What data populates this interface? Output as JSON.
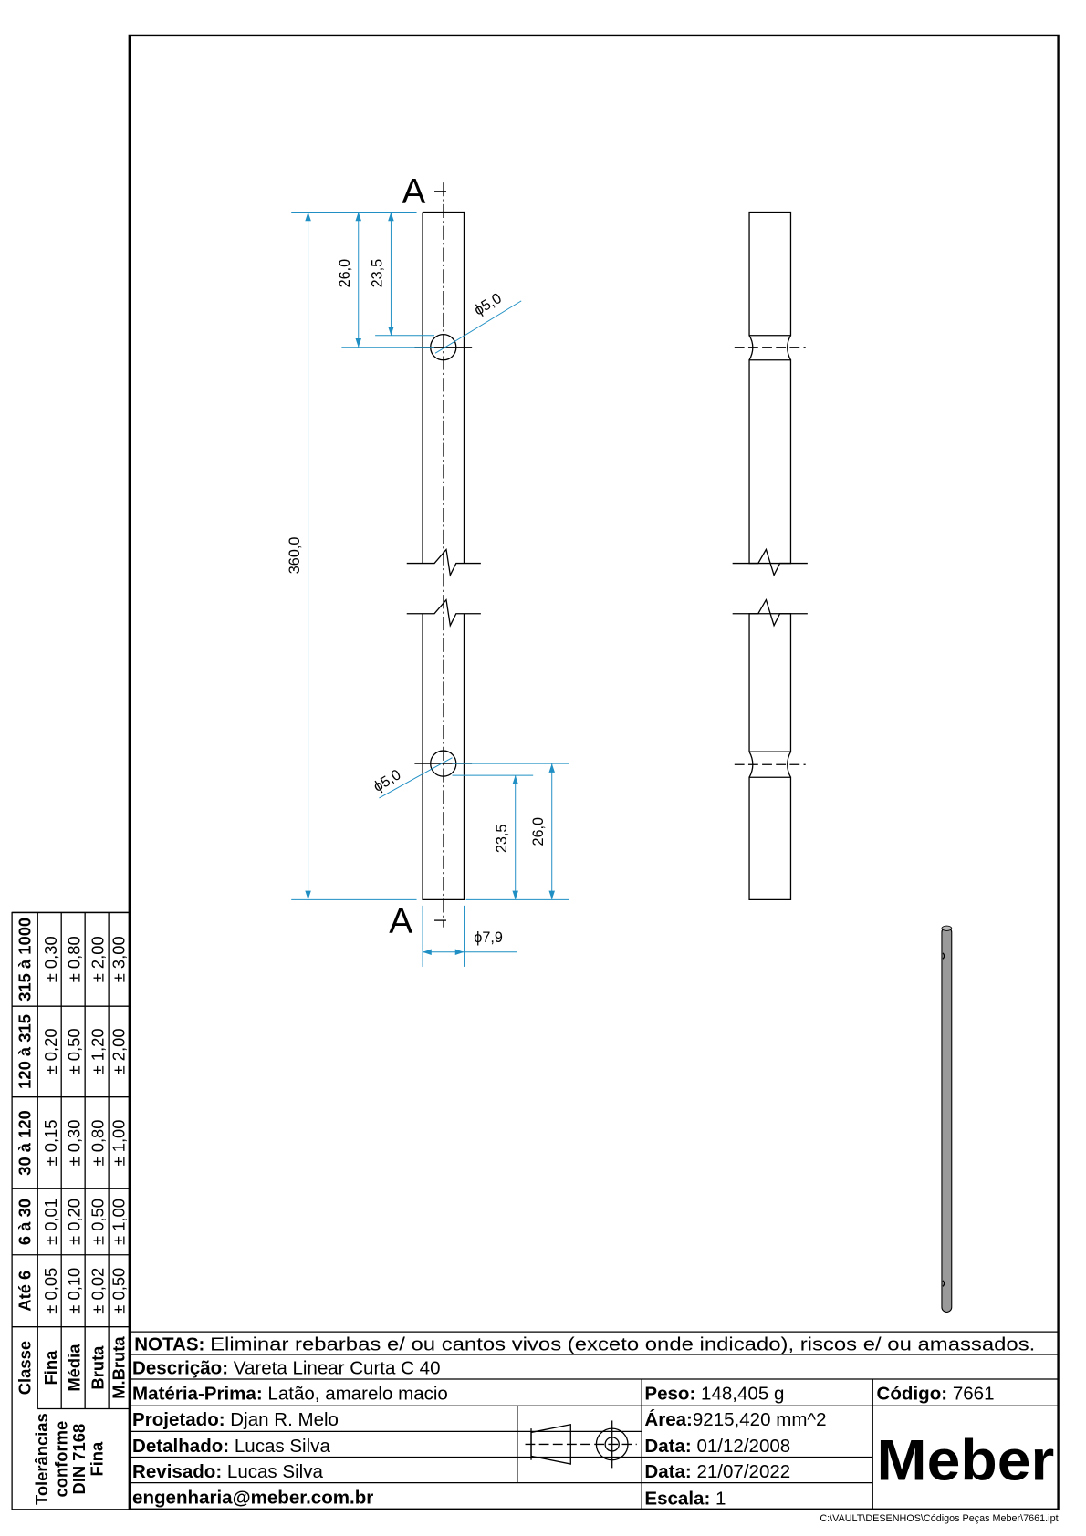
{
  "drawing": {
    "section_label_top": "A",
    "section_label_bottom": "A",
    "dims": {
      "total_length": "360,0",
      "top_26": "26,0",
      "top_23_5": "23,5",
      "top_hole_dia": "ϕ5,0",
      "bottom_hole_dia": "ϕ5,0",
      "bottom_23_5": "23,5",
      "bottom_26": "26,0",
      "rod_dia": "ϕ7,9"
    },
    "hatch_color": "#2e9a2e",
    "dim_color": "#1f8fc4"
  },
  "tolerance_table": {
    "title_lines": [
      "Tolerâncias",
      "conforme",
      "DIN 7168",
      "Fina"
    ],
    "headers": [
      "Classe",
      "Até 6",
      "6 à 30",
      "30 à 120",
      "120 à 315",
      "315 à 1000"
    ],
    "rows": [
      [
        "Fina",
        "± 0,05",
        "± 0,01",
        "± 0,15",
        "± 0,20",
        "± 0,30"
      ],
      [
        "Média",
        "± 0,10",
        "± 0,20",
        "± 0,30",
        "± 0,50",
        "± 0,80"
      ],
      [
        "Bruta",
        "± 0,02",
        "± 0,50",
        "± 0,80",
        "± 1,20",
        "± 2,00"
      ],
      [
        "M.Bruta",
        "± 0,50",
        "± 1,00",
        "± 1,00",
        "± 2,00",
        "± 3,00"
      ]
    ]
  },
  "title_block": {
    "notes_label": "NOTAS:",
    "notes_value": "Eliminar rebarbas e/ ou cantos vivos (exceto onde indicado), riscos e/ ou amassados.",
    "descricao_label": "Descrição:",
    "descricao_value": "Vareta Linear Curta C 40",
    "materia_label": "Matéria-Prima:",
    "materia_value": "Latão, amarelo macio",
    "peso_label": "Peso:",
    "peso_value": "148,405 g",
    "codigo_label": "Código:",
    "codigo_value": "7661",
    "projetado_label": "Projetado:",
    "projetado_value": "Djan R. Melo",
    "detalhado_label": "Detalhado:",
    "detalhado_value": "Lucas Silva",
    "revisado_label": "Revisado:",
    "revisado_value": "Lucas Silva",
    "email": "engenharia@meber.com.br",
    "area_label": "Área:",
    "area_value": "9215,420 mm^2",
    "data1_label": "Data:",
    "data1_value": "01/12/2008",
    "data2_label": "Data:",
    "data2_value": "21/07/2022",
    "escala_label": "Escala:",
    "escala_value": "1",
    "logo": "Meber",
    "file_path": "C:\\VAULT\\DESENHOS\\Códigos Peças Meber\\7661.ipt"
  }
}
